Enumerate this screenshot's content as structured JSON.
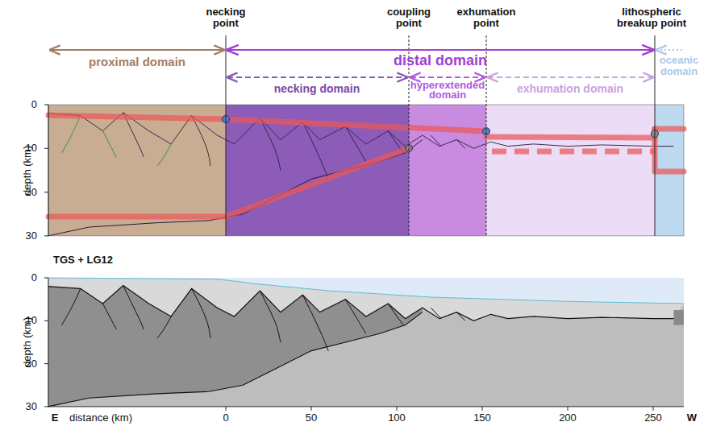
{
  "diagram": {
    "labels": [
      "necking point",
      "coupling point",
      "exhumation point",
      "lithospheric breakup point",
      "proximal domain",
      "distal domain",
      "necking domain",
      "hyperextended domain",
      "exhumation domain",
      "oceanic domain",
      "depth (km)",
      "0",
      "10",
      "20",
      "30",
      "TGS + LG12",
      "depth (km)",
      "0",
      "10",
      "20",
      "30",
      "E",
      "distance (km)",
      "0",
      "50",
      "100",
      "150",
      "200",
      "250",
      "W"
    ]
  }
}
